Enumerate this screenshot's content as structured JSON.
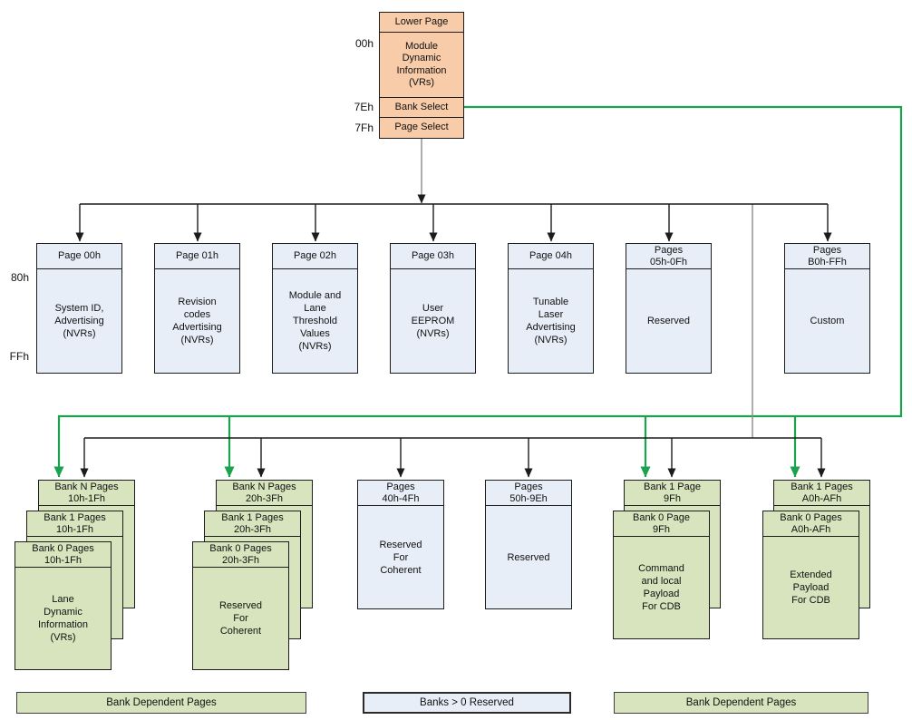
{
  "colors": {
    "orange_fill": "#F8CBA9",
    "blue_fill": "#E8EEF7",
    "green_fill": "#D8E4BD",
    "accent_green": "#1CA24E",
    "line_ink": "#1c1c1c",
    "line_gray": "#8a8a8a"
  },
  "lower_page": {
    "title": "Lower Page",
    "module_row": {
      "addr": "00h",
      "label": "Module\nDynamic\nInformation\n(VRs)"
    },
    "bank_select_row": {
      "addr": "7Eh",
      "label": "Bank Select"
    },
    "page_select_row": {
      "addr": "7Fh",
      "label": "Page Select"
    }
  },
  "upper_pages": {
    "addr_start": "80h",
    "addr_end": "FFh",
    "boxes": [
      {
        "header": "Page 00h",
        "body": "System ID,\nAdvertising\n(NVRs)"
      },
      {
        "header": "Page 01h",
        "body": "Revision\ncodes\nAdvertising\n(NVRs)"
      },
      {
        "header": "Page 02h",
        "body": "Module and\nLane\nThreshold\nValues\n(NVRs)"
      },
      {
        "header": "Page 03h",
        "body": "User\nEEPROM\n(NVRs)"
      },
      {
        "header": "Page 04h",
        "body": "Tunable\nLaser\nAdvertising\n(NVRs)"
      },
      {
        "header": "Pages\n05h-0Fh",
        "body": "Reserved"
      },
      {
        "header": "Pages\nB0h-FFh",
        "body": "Custom"
      }
    ]
  },
  "banked_pages": {
    "stack_10h": {
      "card_n": "Bank N Pages\n10h-1Fh",
      "card_1": "Bank 1 Pages\n10h-1Fh",
      "card_0": "Bank 0 Pages\n10h-1Fh",
      "body": "Lane\nDynamic\nInformation\n(VRs)"
    },
    "stack_20h": {
      "card_n": "Bank N Pages\n20h-3Fh",
      "card_1": "Bank 1 Pages\n20h-3Fh",
      "card_0": "Bank 0 Pages\n20h-3Fh",
      "body": "Reserved\nFor\nCoherent"
    },
    "pages_40h": {
      "header": "Pages\n40h-4Fh",
      "body": "Reserved\nFor\nCoherent"
    },
    "pages_50h": {
      "header": "Pages\n50h-9Eh",
      "body": "Reserved"
    },
    "stack_9fh": {
      "card_1": "Bank 1 Page\n9Fh",
      "card_0": "Bank 0 Page\n9Fh",
      "body": "Command\nand local\nPayload\nFor CDB"
    },
    "stack_a0h": {
      "card_1": "Bank 1 Pages\nA0h-AFh",
      "card_0": "Bank 0 Pages\nA0h-AFh",
      "body": "Extended\nPayload\nFor CDB"
    }
  },
  "legend": {
    "left": "Bank Dependent Pages",
    "middle": "Banks > 0 Reserved",
    "right": "Bank Dependent Pages"
  }
}
